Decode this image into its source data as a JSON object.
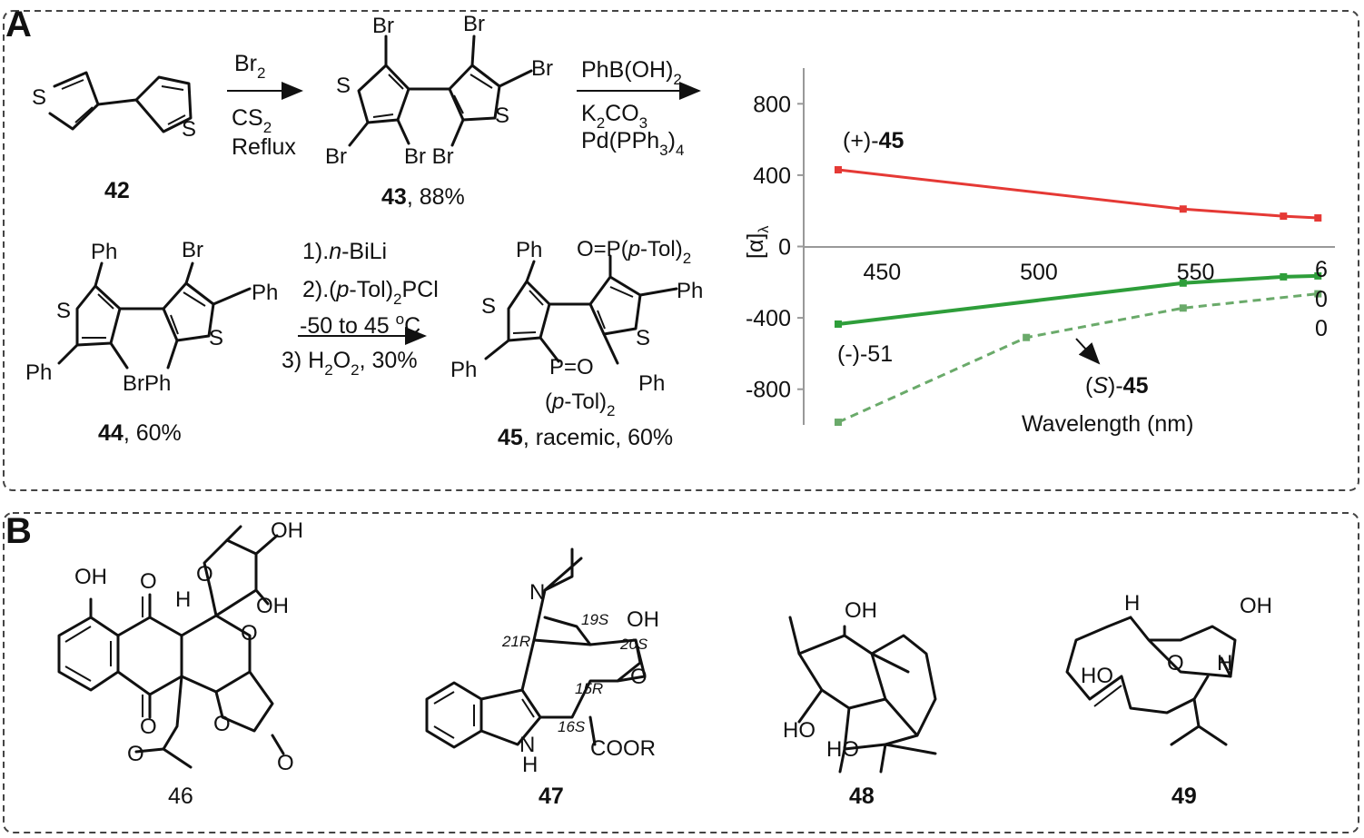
{
  "panels": {
    "a": "A",
    "b": "B"
  },
  "scheme1": {
    "c42": "42",
    "c43": "43",
    "c43_yield": ", 88%",
    "reagent1": "Br",
    "reagent1_sub": "2",
    "solvent1": "CS",
    "solvent1_sub": "2",
    "cond1": "Reflux",
    "r2_line1": "PhB(OH)",
    "r2_line1_sub": "2",
    "r2_line2": "K",
    "r2_line2_sub": "2",
    "r2_line2b": "CO",
    "r2_line2_sub2": "3",
    "r2_line3": "Pd(PPh",
    "r2_line3_sub": "3",
    "r2_line3b": ")",
    "r2_line3_sub2": "4"
  },
  "scheme2": {
    "c44": "44",
    "c44_yield": ", 60%",
    "step1": "1).",
    "step1_it": "n",
    "step1_b": "-BiLi",
    "step2": "2).(",
    "step2_it": "p",
    "step2_b": "-Tol)",
    "step2_sub": "2",
    "step2_c": "PCl",
    "step2b": "-50 to 45 ",
    "step2b_sup": "o",
    "step2b_c": "C",
    "step3": "3) H",
    "step3_sub": "2",
    "step3_b": "O",
    "step3_sub2": "2",
    "step3_c": ", 30%",
    "c45": "45",
    "c45_suffix": ", racemic, 60%",
    "po_top": "O=P(",
    "po_top_it": "p",
    "po_top_b": "-Tol)",
    "po_top_sub": "2",
    "po_bot": "P=O",
    "po_bot2": "(",
    "po_bot2_it": "p",
    "po_bot2_b": "-Tol)",
    "po_bot2_sub": "2"
  },
  "atoms": {
    "S": "S",
    "Br": "Br",
    "Ph": "Ph",
    "BrPh": "BrPh",
    "BrBr": "Br Br"
  },
  "chart_data": {
    "type": "line",
    "xlabel": "Wavelength (nm)",
    "ylabel": "[α]",
    "ylabel_sub": "λ",
    "xlim": [
      425,
      595
    ],
    "ylim": [
      -1000,
      1000
    ],
    "xticks": [
      450,
      500,
      550
    ],
    "xtick_partial": "6",
    "yticks": [
      800,
      400,
      0,
      -400,
      -800
    ],
    "ytick_labels": [
      "800",
      "400",
      "0",
      "-400",
      "-800"
    ],
    "right_clipped_labels": [
      "0",
      "0"
    ],
    "series": [
      {
        "name": "(+)-45",
        "name_pre": "(+)-",
        "name_bold": "45",
        "color": "#e53935",
        "dash": false,
        "x": [
          436,
          546,
          578,
          589
        ],
        "y": [
          430,
          210,
          170,
          160
        ]
      },
      {
        "name": "(-)-51",
        "color": "#2e9e3a",
        "dash": false,
        "x": [
          436,
          546,
          578,
          589
        ],
        "y": [
          -435,
          -205,
          -170,
          -165
        ]
      },
      {
        "name": "(S)-45",
        "name_pre": "(",
        "name_it": "S",
        "name_mid": ")-",
        "name_bold": "45",
        "color": "#6aaa6a",
        "dash": true,
        "x": [
          436,
          496,
          546,
          589
        ],
        "y": [
          -985,
          -510,
          -345,
          -265
        ]
      }
    ]
  },
  "compounds_b": {
    "c46": "46",
    "c47": "47",
    "c48": "48",
    "c49": "49",
    "OH": "OH",
    "O": "O",
    "H": "H",
    "N": "N",
    "HO": "HO",
    "COOR": "COOR",
    "st19": "19S",
    "st20": "20S",
    "st21": "21R",
    "st15": "15R",
    "st16": "16S"
  }
}
